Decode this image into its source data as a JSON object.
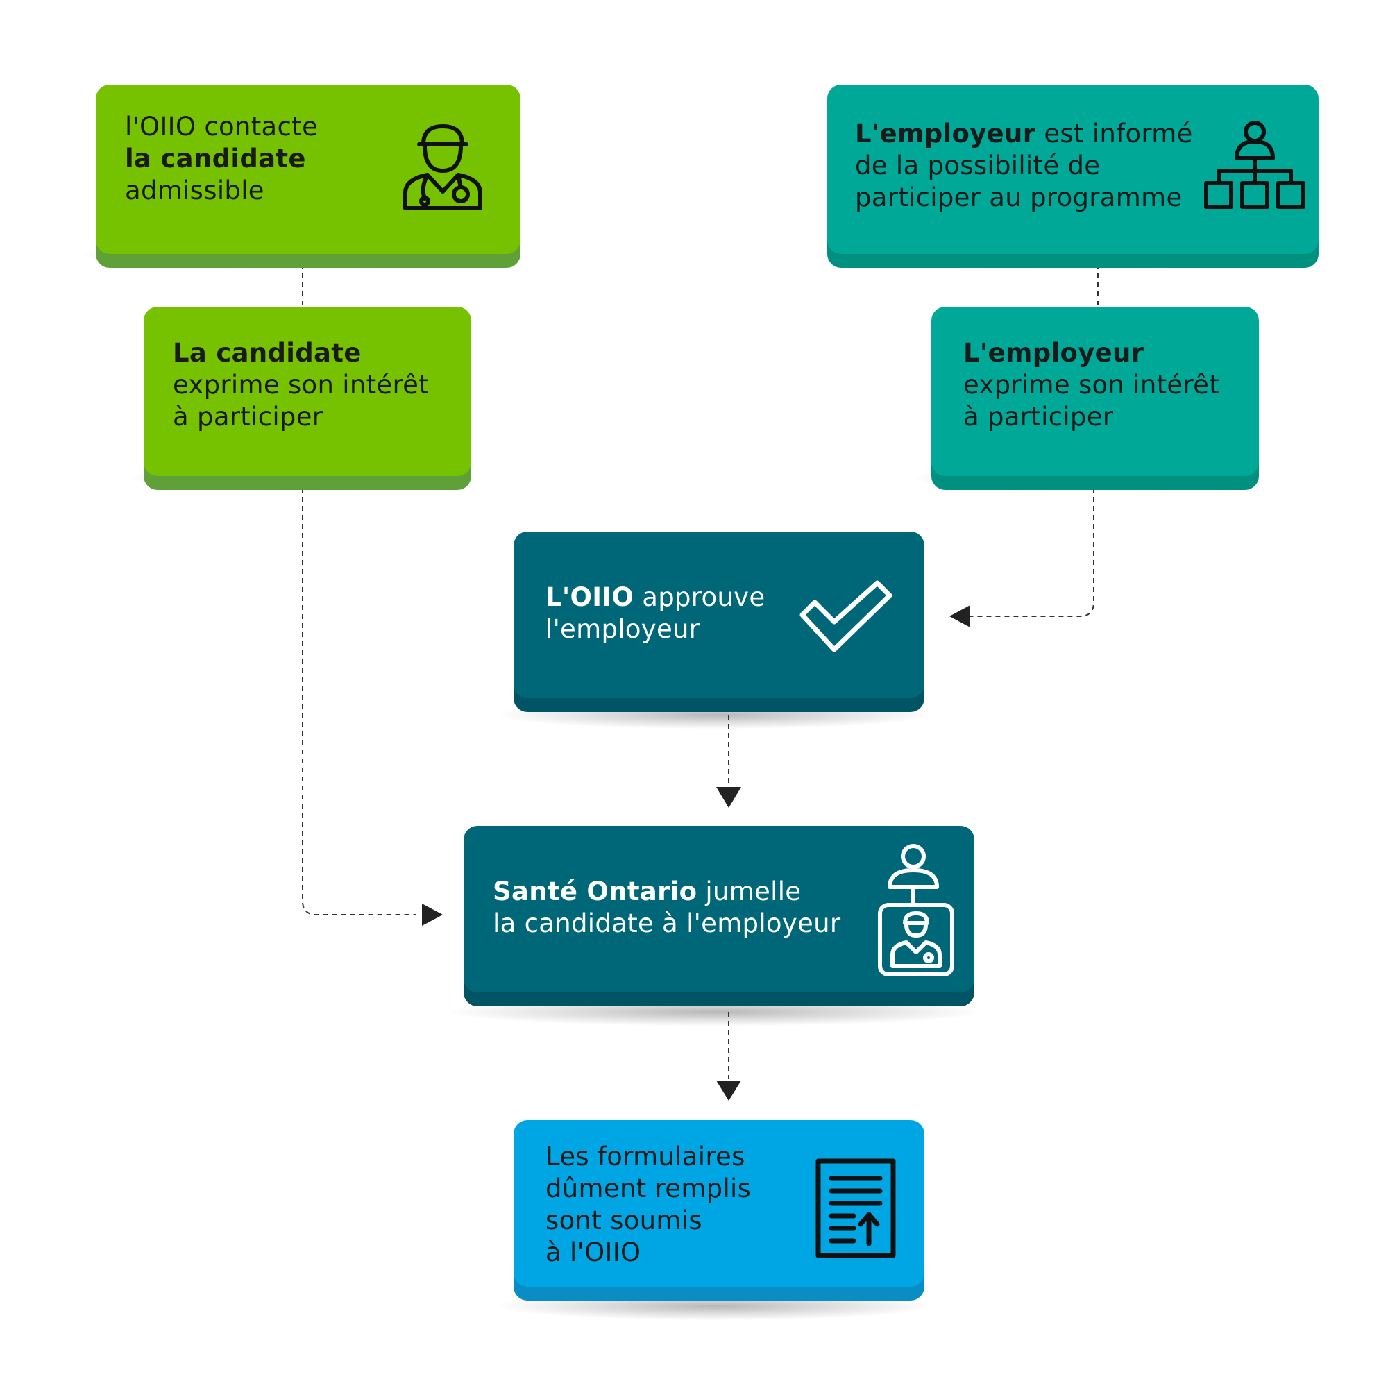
{
  "colors": {
    "green": "#76c100",
    "green_base": "#5fa039",
    "teal": "#00a898",
    "teal_base": "#00907f",
    "dark_teal": "#006779",
    "dark_teal_base": "#005463",
    "blue": "#00a6e4",
    "blue_base": "#0a8cc4",
    "connector": "#333333"
  },
  "boxes": {
    "candidate_contact": {
      "line1": "l'OIIO contacte",
      "line2_bold": "la candidate",
      "line3": "admissible",
      "icon": "doctor-icon"
    },
    "employer_informed": {
      "line1_bold": "L'employeur",
      "line1_rest": " est informé",
      "line2": "de la possibilité de",
      "line3": "participer au programme",
      "icon": "org-chart-icon"
    },
    "candidate_interest": {
      "line1_bold": "La candidate",
      "line2": "exprime son intérêt",
      "line3": "à participer"
    },
    "employer_interest": {
      "line1_bold": "L'employeur",
      "line2": "exprime son intérêt",
      "line3": "à participer"
    },
    "oiio_approves": {
      "line1_bold": "L'OIIO",
      "line1_rest": " approuve",
      "line2": "l'employeur",
      "icon": "checkmark-icon"
    },
    "sante_matches": {
      "line1_bold": "Santé Ontario",
      "line1_rest": " jumelle",
      "line2": "la candidate à l'employeur",
      "icon": "matching-icon"
    },
    "forms_submitted": {
      "line1": "Les formulaires",
      "line2": "dûment remplis",
      "line3": "sont soumis",
      "line4": "à l'OIIO",
      "icon": "document-upload-icon"
    }
  }
}
